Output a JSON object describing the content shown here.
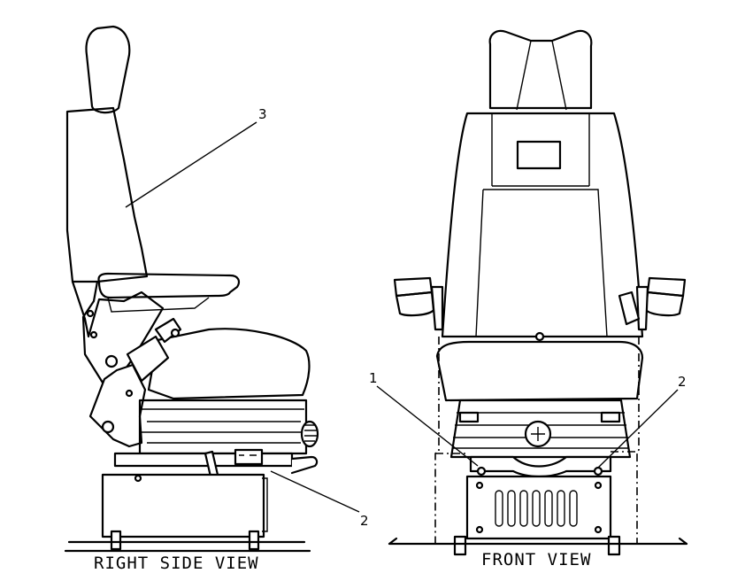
{
  "views": {
    "side": {
      "caption": "RIGHT SIDE VIEW"
    },
    "front": {
      "caption": "FRONT VIEW"
    }
  },
  "callouts": {
    "c3": "3",
    "c2_side": "2",
    "c1_front": "1",
    "c2_front": "2"
  },
  "icons": [
    "seat-side-view",
    "seat-front-view"
  ]
}
